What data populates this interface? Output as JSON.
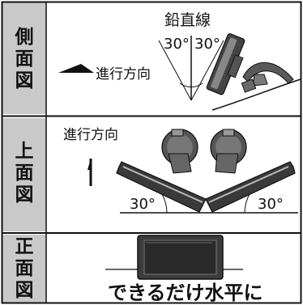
{
  "sections": [
    {
      "id": "side",
      "label": [
        "側",
        "面",
        "図"
      ]
    },
    {
      "id": "top",
      "label": [
        "上",
        "面",
        "図"
      ]
    },
    {
      "id": "front",
      "label": [
        "正",
        "面",
        "図"
      ]
    }
  ],
  "side_view": {
    "vertical_label": "鉛直線",
    "angle_left": "30°",
    "angle_right": "30°",
    "direction_label": "進行方向"
  },
  "top_view": {
    "direction_label": "進行方向",
    "angle_left": "30°",
    "angle_right": "30°"
  },
  "front_view": {
    "caption": "できるだけ水平に"
  },
  "colors": {
    "band": "#c9c9c9",
    "border": "#111111",
    "device_dark": "#4a4a4a",
    "device_light": "#a0a0a0"
  }
}
